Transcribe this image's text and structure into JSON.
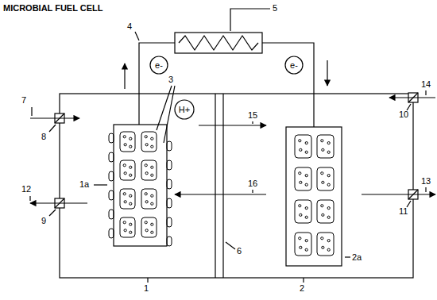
{
  "diagram": {
    "title": "MICROBIAL FUEL CELL",
    "nodes": [
      {
        "text": [
          "e-"
        ]
      },
      {
        "text": [
          "e-"
        ]
      },
      {
        "text": [
          "H+"
        ]
      }
    ],
    "labels": [
      "1",
      "1a",
      "2",
      "2a",
      "3",
      "4",
      "5",
      "6",
      "7",
      "8",
      "9",
      "10",
      "11",
      "12",
      "13",
      "14",
      "15",
      "16"
    ]
  }
}
